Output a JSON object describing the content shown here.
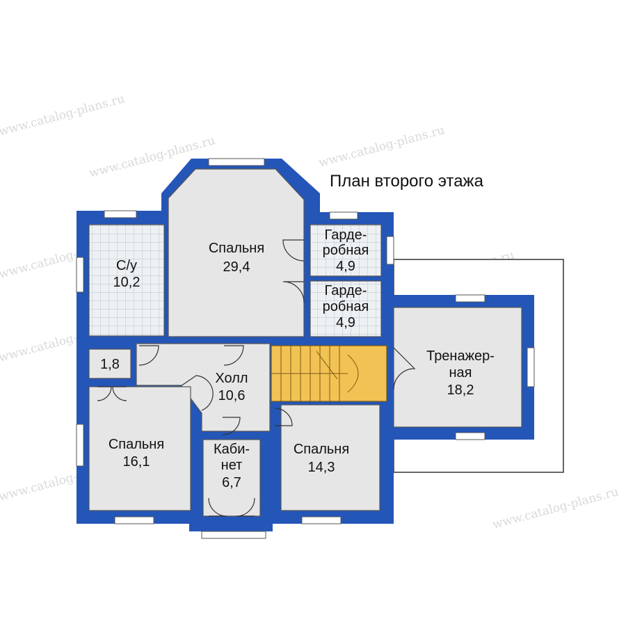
{
  "title": "План второго этажа",
  "watermark": "www.catalog-plans.ru",
  "colors": {
    "wall": "#2456b8",
    "room": "#e6e6e6",
    "stair": "#f2c254",
    "tile_grid": "#b8c4cc"
  },
  "rooms": {
    "wc": {
      "name": "С/у",
      "area": "10,2"
    },
    "bed_top": {
      "name": "Спальня",
      "area": "29,4"
    },
    "ward1": {
      "name1": "Гарде-",
      "name2": "робная",
      "area": "4,9"
    },
    "ward2": {
      "name1": "Гарде-",
      "name2": "робная",
      "area": "4,9"
    },
    "gym": {
      "name1": "Тренажер-",
      "name2": "ная",
      "area": "18,2"
    },
    "closet": {
      "area": "1,8"
    },
    "hall": {
      "name": "Холл",
      "area": "10,6"
    },
    "bed_left": {
      "name": "Спальня",
      "area": "16,1"
    },
    "office": {
      "name1": "Каби-",
      "name2": "нет",
      "area": "6,7"
    },
    "bed_right": {
      "name": "Спальня",
      "area": "14,3"
    }
  }
}
